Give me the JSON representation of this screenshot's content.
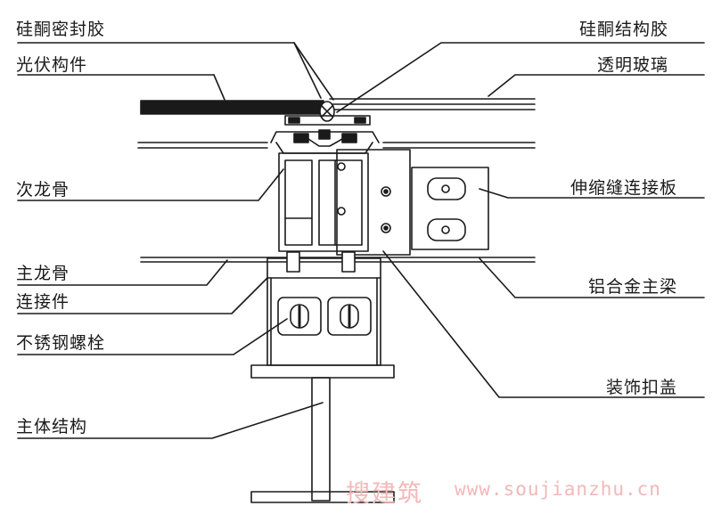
{
  "labels": {
    "silicone_sealant": "硅酮密封胶",
    "pv_component": "光伏构件",
    "secondary_keel": "次龙骨",
    "main_keel": "主龙骨",
    "connector": "连接件",
    "stainless_bolt": "不锈钢螺栓",
    "main_structure": "主体结构",
    "silicone_structural": "硅酮结构胶",
    "transparent_glass": "透明玻璃",
    "expansion_joint_plate": "伸缩缝连接板",
    "aluminum_main_beam": "铝合金主梁",
    "decorative_cap": "装饰扣盖"
  },
  "watermark": {
    "cn": "搜建筑",
    "url": "www.soujianzhu.cn"
  },
  "colors": {
    "line": "#1a1a1a",
    "watermark": "#f2b8b8",
    "background": "#ffffff"
  }
}
